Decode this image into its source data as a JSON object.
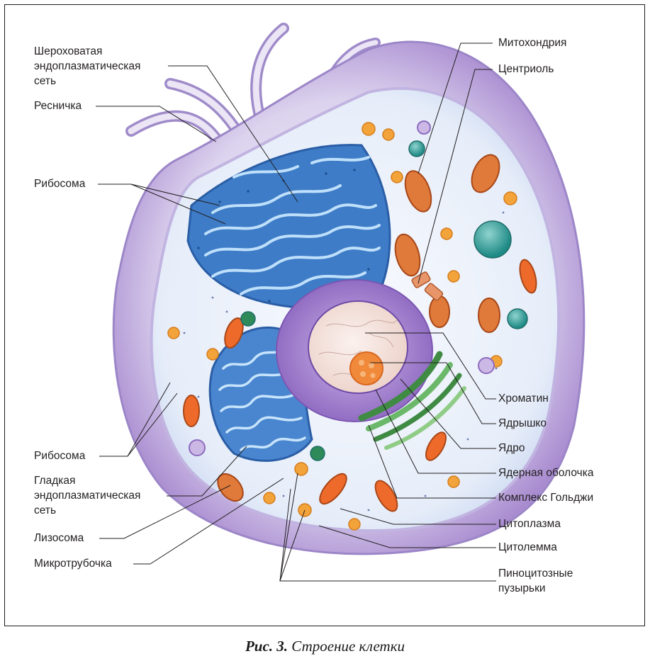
{
  "labels_left": {
    "rough_er_l1": "Шероховатая",
    "rough_er_l2": "эндоплазматическая",
    "rough_er_l3": "сеть",
    "cilium": "Ресничка",
    "ribosome_top": "Рибосома",
    "ribosome_bottom": "Рибосома",
    "smooth_er_l1": "Гладкая",
    "smooth_er_l2": "эндоплазматическая",
    "smooth_er_l3": "сеть",
    "lysosome": "Лизосома",
    "microtubule": "Микротрубочка"
  },
  "labels_right": {
    "mitochondrion": "Митохондрия",
    "centriole": "Центриоль",
    "chromatin": "Хроматин",
    "nucleolus": "Ядрышко",
    "nucleus": "Ядро",
    "nuclear_envelope": "Ядерная оболочка",
    "golgi": "Комплекс Гольджи",
    "cytoplasm": "Цитоплазма",
    "cytolemma": "Цитолемма",
    "pinocytic_l1": "Пиноцитозные",
    "pinocytic_l2": "пузырьки"
  },
  "caption": {
    "prefix": "Рис. 3.",
    "text": "Строение клетки"
  },
  "colors": {
    "membrane": "#b9a2d6",
    "cytoplasm": "#eef3fb",
    "er": "#3f7fc9",
    "nucleus_envelope": "#9a72c4",
    "nucleoplasm": "#f3e4de",
    "nucleolus": "#f08a3a",
    "mitochondria": "#e0672e",
    "golgi": "#5aa45c",
    "vesicle": "#f2a33a"
  }
}
